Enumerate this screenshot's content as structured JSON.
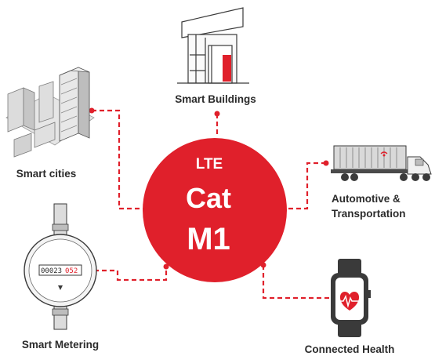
{
  "hub": {
    "line1": "LTE",
    "line2": "Cat",
    "line3": "M1",
    "color": "#e0202b"
  },
  "nodes": {
    "smart_buildings": {
      "label": "Smart Buildings",
      "icon": "house-icon"
    },
    "smart_cities": {
      "label": "Smart cities",
      "icon": "city-buildings-icon"
    },
    "automotive": {
      "label_line1": "Automotive &",
      "label_line2": "Transportation",
      "icon": "semi-truck-icon"
    },
    "smart_metering": {
      "label": "Smart Metering",
      "icon": "water-meter-icon",
      "meter_reading_black": "00023",
      "meter_reading_red": "052"
    },
    "connected_health": {
      "label": "Connected Health",
      "icon": "smartwatch-heart-icon"
    }
  },
  "colors": {
    "accent": "#e0202b",
    "text": "#2b2b2b",
    "line_art": "#3a3a3a"
  }
}
